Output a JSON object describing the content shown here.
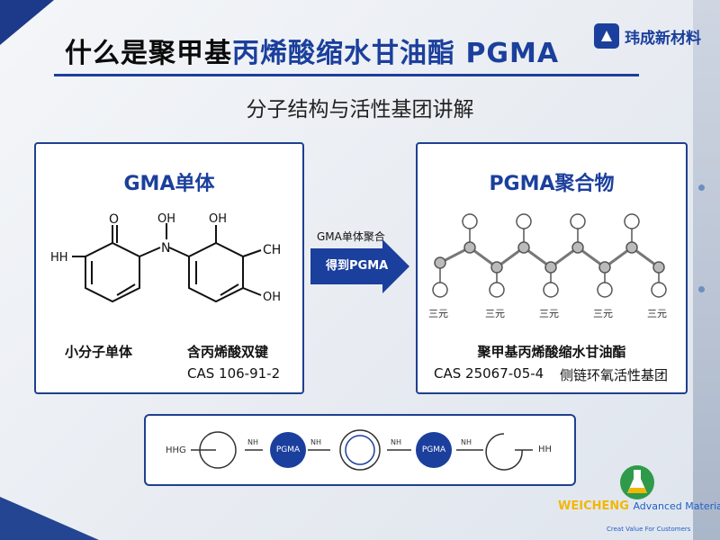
{
  "title": {
    "part1": "什么是聚甲基",
    "part2": "丙烯酸缩水甘油酯 PGMA"
  },
  "logo": {
    "text": "玮成新材料"
  },
  "subtitle": "分子结构与活性基团讲解",
  "left_panel": {
    "title": "GMA单体",
    "atom_labels": [
      "O",
      "OH",
      "OH",
      "HH",
      "N",
      "CH",
      "OH"
    ],
    "caption_left": "小分子单体",
    "caption_right_1": "含丙烯酸双键",
    "caption_right_2": "CAS 106-91-2"
  },
  "arrow": {
    "label_top": "GMA单体聚合",
    "label_inside": "得到PGMA"
  },
  "right_panel": {
    "title": "PGMA聚合物",
    "unit_labels": [
      "三元",
      "三元",
      "三元",
      "三元",
      "三元"
    ],
    "caption_1": "聚甲基丙烯酸缩水甘油酯",
    "caption_2": "CAS 25067-05-4",
    "caption_3": "侧链环氧活性基团"
  },
  "flow": {
    "start_label": "HHG",
    "node1": "PGMA",
    "node2": "PGMA",
    "end_label": "HH",
    "small_labels": [
      "NH",
      "NH",
      "NH",
      "NH"
    ]
  },
  "watermark": {
    "brand_a": "WEI",
    "brand_b": "CHENG",
    "brand_c": "Advanced Material",
    "tagline": "Creat Value For Customers"
  },
  "colors": {
    "primary": "#1b3f9c",
    "border": "#1f3f8f",
    "accent": "#f2b705"
  }
}
